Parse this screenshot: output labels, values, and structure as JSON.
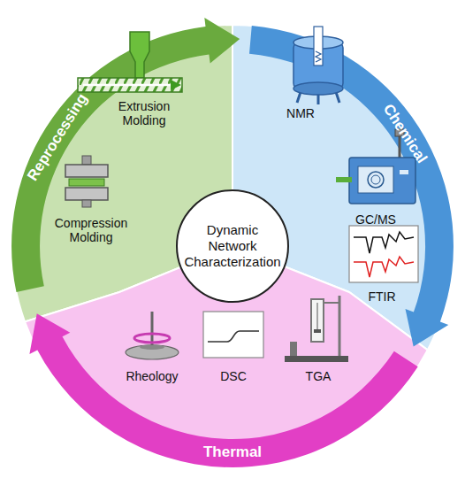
{
  "diagram": {
    "nodes": [
      {
        "text": [
          "Reprocessing",
          "Extrusion Molding",
          "Compression Molding"
        ]
      },
      {
        "text": [
          "Chemical",
          "NMR",
          "GC/MS",
          "FTIR"
        ]
      },
      {
        "text": [
          "Thermal",
          "Rheology",
          "DSC",
          "TGA"
        ]
      },
      {
        "text": [
          "Dynamic Network Characterization"
        ]
      }
    ]
  }
}
